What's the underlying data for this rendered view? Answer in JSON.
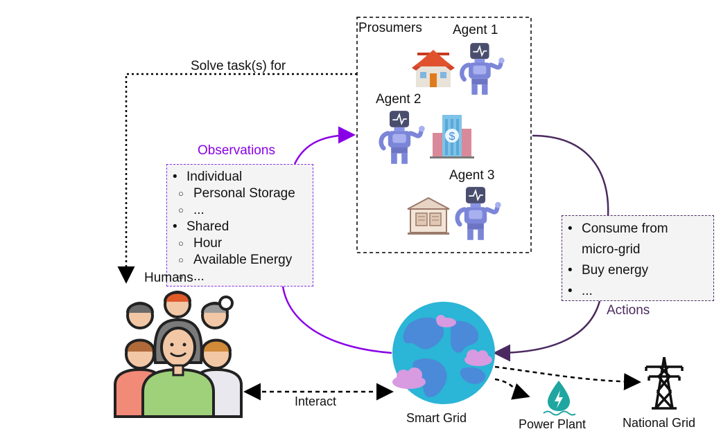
{
  "labels": {
    "prosumers": "Prosumers",
    "agent1": "Agent 1",
    "agent2": "Agent 2",
    "agent3": "Agent 3",
    "solve": "Solve task(s) for",
    "observations": "Observations",
    "actions": "Actions",
    "interact": "Interact",
    "humans": "Humans",
    "smart_grid": "Smart Grid",
    "power_plant": "Power Plant",
    "national_grid": "National Grid"
  },
  "observations_box": {
    "individual": "Individual",
    "personal_storage": "Personal Storage",
    "ellipsis1": "...",
    "shared": "Shared",
    "hour": "Hour",
    "available_energy": "Available Energy",
    "ellipsis2": "..."
  },
  "actions_box": {
    "consume_line1": "Consume from",
    "consume_line2": "micro-grid",
    "buy": "Buy energy",
    "ellipsis": "..."
  },
  "colors": {
    "observations": "#8a00e6",
    "actions": "#4a2a60",
    "robot": "#7b86d8",
    "globe_ocean": "#2bb5d6",
    "globe_land": "#4a8ad8"
  },
  "icons": [
    "house-icon",
    "robot-icon",
    "office-building-icon",
    "library-building-icon",
    "globe-icon",
    "people-group-icon",
    "water-drop-icon",
    "power-tower-icon"
  ]
}
